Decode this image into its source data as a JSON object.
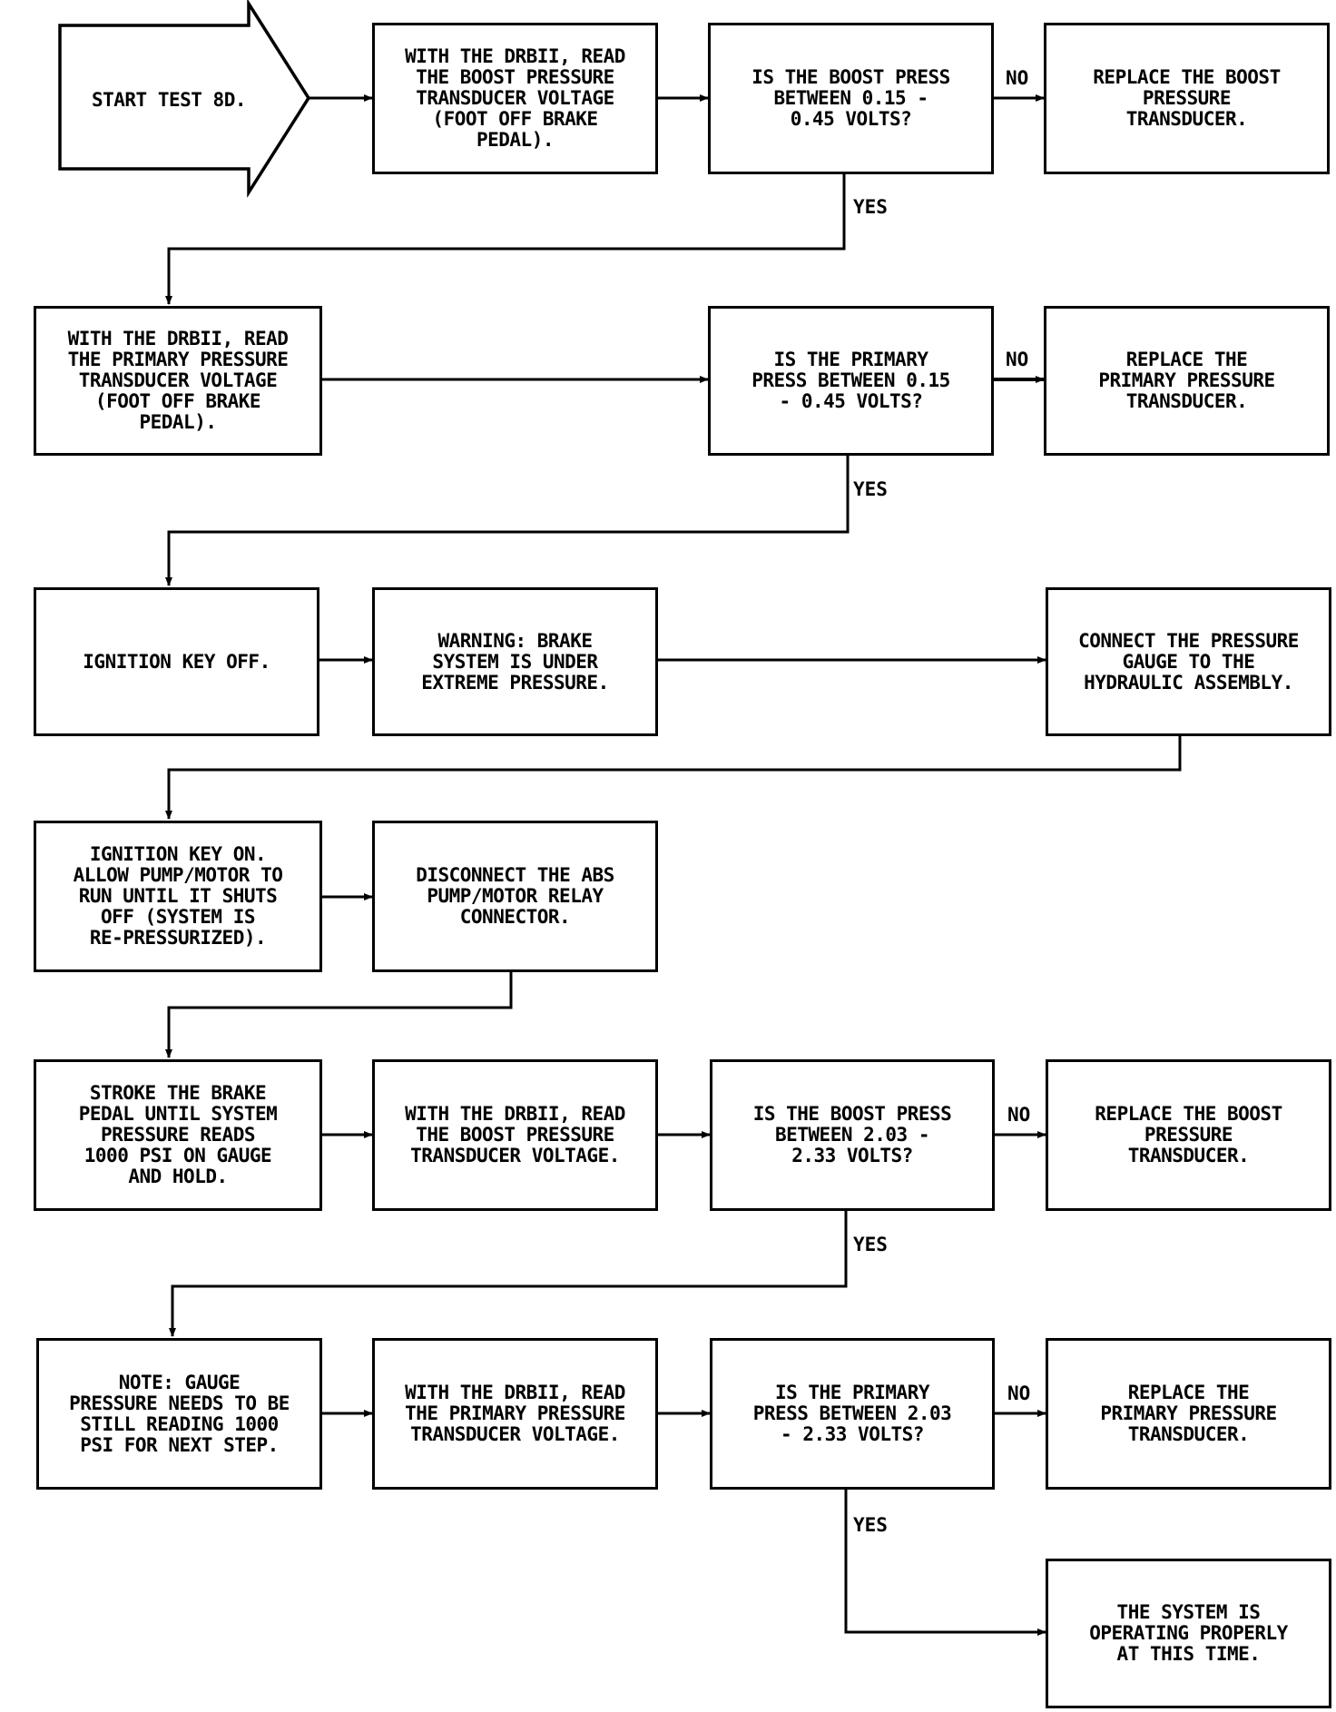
{
  "start": {
    "label": "START TEST 8D."
  },
  "boxes": {
    "b1": "WITH THE DRBII, READ\nTHE BOOST PRESSURE\nTRANSDUCER VOLTAGE\n(FOOT OFF BRAKE\nPEDAL).",
    "d1": "IS THE BOOST PRESS\nBETWEEN 0.15 -\n0.45 VOLTS?",
    "r1": "REPLACE THE BOOST\nPRESSURE\nTRANSDUCER.",
    "b2": "WITH THE DRBII, READ\nTHE PRIMARY PRESSURE\nTRANSDUCER VOLTAGE\n(FOOT OFF BRAKE\nPEDAL).",
    "d2": "IS THE PRIMARY\nPRESS BETWEEN 0.15\n- 0.45 VOLTS?",
    "r2": "REPLACE THE\nPRIMARY PRESSURE\nTRANSDUCER.",
    "b3": "IGNITION KEY OFF.",
    "b4": "WARNING: BRAKE\nSYSTEM IS UNDER\nEXTREME PRESSURE.",
    "b5": "CONNECT THE PRESSURE\nGAUGE TO THE\nHYDRAULIC ASSEMBLY.",
    "b6": "IGNITION KEY ON.\nALLOW PUMP/MOTOR TO\nRUN UNTIL IT SHUTS\nOFF (SYSTEM IS\nRE-PRESSURIZED).",
    "b7": "DISCONNECT THE ABS\nPUMP/MOTOR RELAY\nCONNECTOR.",
    "b8": "STROKE THE BRAKE\nPEDAL UNTIL SYSTEM\nPRESSURE READS\n1000 PSI ON GAUGE\nAND HOLD.",
    "b9": "WITH THE DRBII, READ\nTHE BOOST PRESSURE\nTRANSDUCER VOLTAGE.",
    "d3": "IS THE BOOST PRESS\nBETWEEN 2.03 -\n2.33 VOLTS?",
    "r3": "REPLACE THE BOOST\nPRESSURE\nTRANSDUCER.",
    "b10": "NOTE: GAUGE\nPRESSURE NEEDS TO BE\nSTILL READING 1000\nPSI FOR NEXT STEP.",
    "b11": "WITH THE DRBII, READ\nTHE PRIMARY PRESSURE\nTRANSDUCER VOLTAGE.",
    "d4": "IS THE PRIMARY\nPRESS BETWEEN 2.03\n- 2.33 VOLTS?",
    "r4": "REPLACE THE\nPRIMARY PRESSURE\nTRANSDUCER.",
    "end": "THE SYSTEM IS\nOPERATING PROPERLY\nAT THIS TIME."
  },
  "labels": {
    "no1": "NO",
    "yes1": "YES",
    "no2": "NO",
    "yes2": "YES",
    "no3": "NO",
    "yes3": "YES",
    "no4": "NO",
    "yes4": "YES"
  }
}
